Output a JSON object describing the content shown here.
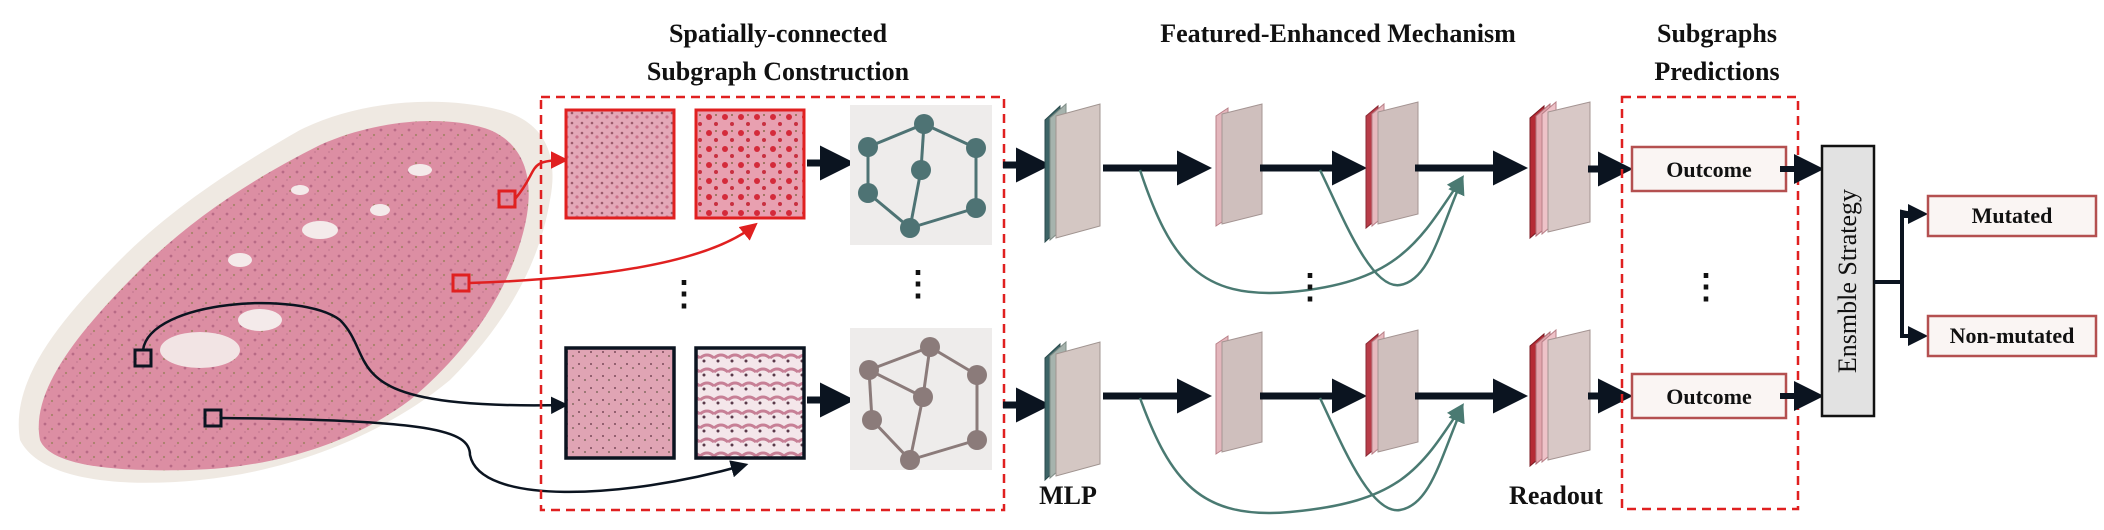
{
  "headings": {
    "subgraph_line1": "Spatially-connected",
    "subgraph_line2": "Subgraph Construction",
    "feature": "Featured-Enhanced Mechanism",
    "pred_line1": "Subgraphs",
    "pred_line2": "Predictions"
  },
  "labels": {
    "mlp": "MLP",
    "readout": "Readout",
    "outcome_top": "Outcome",
    "outcome_bottom": "Outcome",
    "ensemble": "Ensmble Strategy",
    "mutated": "Mutated",
    "non_mutated": "Non-mutated",
    "ellipsis": "⋮"
  },
  "colors": {
    "red_dashed": "#e02020",
    "tissue": "#d9879e",
    "node_teal": "#4e7374",
    "node_gray": "#8b7b7a",
    "arrow_teal": "#4a7a72",
    "arrow_dark": "#0b1420",
    "outcome_border": "#b45050",
    "outcome_fill": "#faf5f3"
  }
}
